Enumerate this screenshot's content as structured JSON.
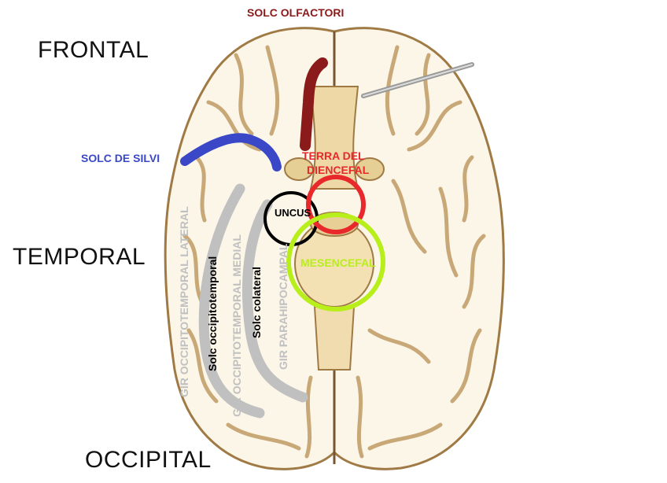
{
  "regions": {
    "frontal": "FRONTAL",
    "temporal": "TEMPORAL",
    "occipital": "OCCIPITAL"
  },
  "labels": {
    "solc_olfactori": "SOLC OLFACTORI",
    "solc_de_silvi": "SOLC DE SILVI",
    "terra_line1": "TERRA DEL",
    "terra_line2": "DIENCEFAL",
    "uncus": "UNCUS",
    "mesencefal": "MESENCEFAL",
    "gir_occipitotemporal_lateral": "GIR OCCIPITOTEMPORAL LATERAL",
    "solc_occipitotemporal": "Solc occipitotemporal",
    "gir_occipitotemporal_medial": "GIR OCCIPITOTEMPORAL MEDIAL",
    "solc_colateral": "Solc colateral",
    "gir_parahipocampal": "GIR PARAHIPOCAMPAL"
  },
  "colors": {
    "olfactori": "#8b1a1a",
    "silvi": "#3a48c8",
    "terra": "#e8282a",
    "uncus": "#000000",
    "mesencefal": "#b8ee1a",
    "gray_gyri": "#c0c0c0",
    "brain_fill": "#fbf6e8",
    "sulcus": "#c9a878"
  }
}
